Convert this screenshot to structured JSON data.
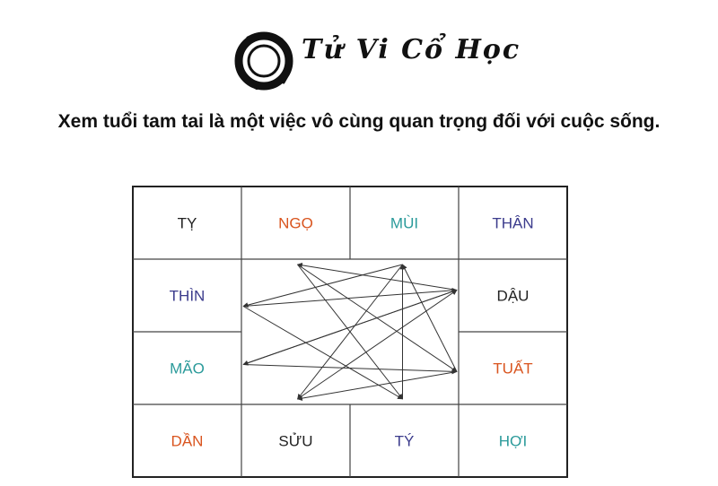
{
  "logo": {
    "text": "Tử Vi Cổ Học",
    "mark": "ink-ring-icon"
  },
  "headline": "Xem tuổi tam tai là một việc vô cùng quan trọng đối với cuộc sống.",
  "colors": {
    "black": "#222222",
    "orange": "#d9541e",
    "teal": "#2a9a9a",
    "navy": "#3b3b8c"
  },
  "grid": {
    "rows": 4,
    "cols": 4,
    "cells": [
      {
        "key": "ty_snake",
        "text": "TỴ",
        "row": 0,
        "col": 0,
        "color": "#222222"
      },
      {
        "key": "ngo",
        "text": "NGỌ",
        "row": 0,
        "col": 1,
        "color": "#d9541e"
      },
      {
        "key": "mui",
        "text": "MÙI",
        "row": 0,
        "col": 2,
        "color": "#2a9a9a"
      },
      {
        "key": "than",
        "text": "THÂN",
        "row": 0,
        "col": 3,
        "color": "#3b3b8c"
      },
      {
        "key": "thin",
        "text": "THÌN",
        "row": 1,
        "col": 0,
        "color": "#3b3b8c"
      },
      {
        "key": "dau",
        "text": "DẬU",
        "row": 1,
        "col": 3,
        "color": "#222222"
      },
      {
        "key": "mao",
        "text": "MÃO",
        "row": 2,
        "col": 0,
        "color": "#2a9a9a"
      },
      {
        "key": "tuat",
        "text": "TUẤT",
        "row": 2,
        "col": 3,
        "color": "#d9541e"
      },
      {
        "key": "dan",
        "text": "DẦN",
        "row": 3,
        "col": 0,
        "color": "#d9541e"
      },
      {
        "key": "suu",
        "text": "SỬU",
        "row": 3,
        "col": 1,
        "color": "#222222"
      },
      {
        "key": "ty_rat",
        "text": "TÝ",
        "row": 3,
        "col": 2,
        "color": "#3b3b8c"
      },
      {
        "key": "hoi",
        "text": "HỢI",
        "row": 3,
        "col": 3,
        "color": "#2a9a9a"
      }
    ],
    "arrows": [
      {
        "from": "dau",
        "to": "ngo"
      },
      {
        "from": "dau",
        "to": "mao"
      },
      {
        "from": "tuat",
        "to": "suu"
      },
      {
        "from": "tuat",
        "to": "mui"
      },
      {
        "from": "mui",
        "to": "thin"
      },
      {
        "from": "ngo",
        "to": "tuat"
      },
      {
        "from": "thin",
        "to": "dau"
      },
      {
        "from": "mao",
        "to": "dau"
      },
      {
        "from": "ngo",
        "to": "ty_rat"
      },
      {
        "from": "mui",
        "to": "suu"
      },
      {
        "from": "suu",
        "to": "dau"
      },
      {
        "from": "ty_rat",
        "to": "mui"
      },
      {
        "from": "thin",
        "to": "ty_rat"
      },
      {
        "from": "mao",
        "to": "tuat"
      }
    ]
  }
}
